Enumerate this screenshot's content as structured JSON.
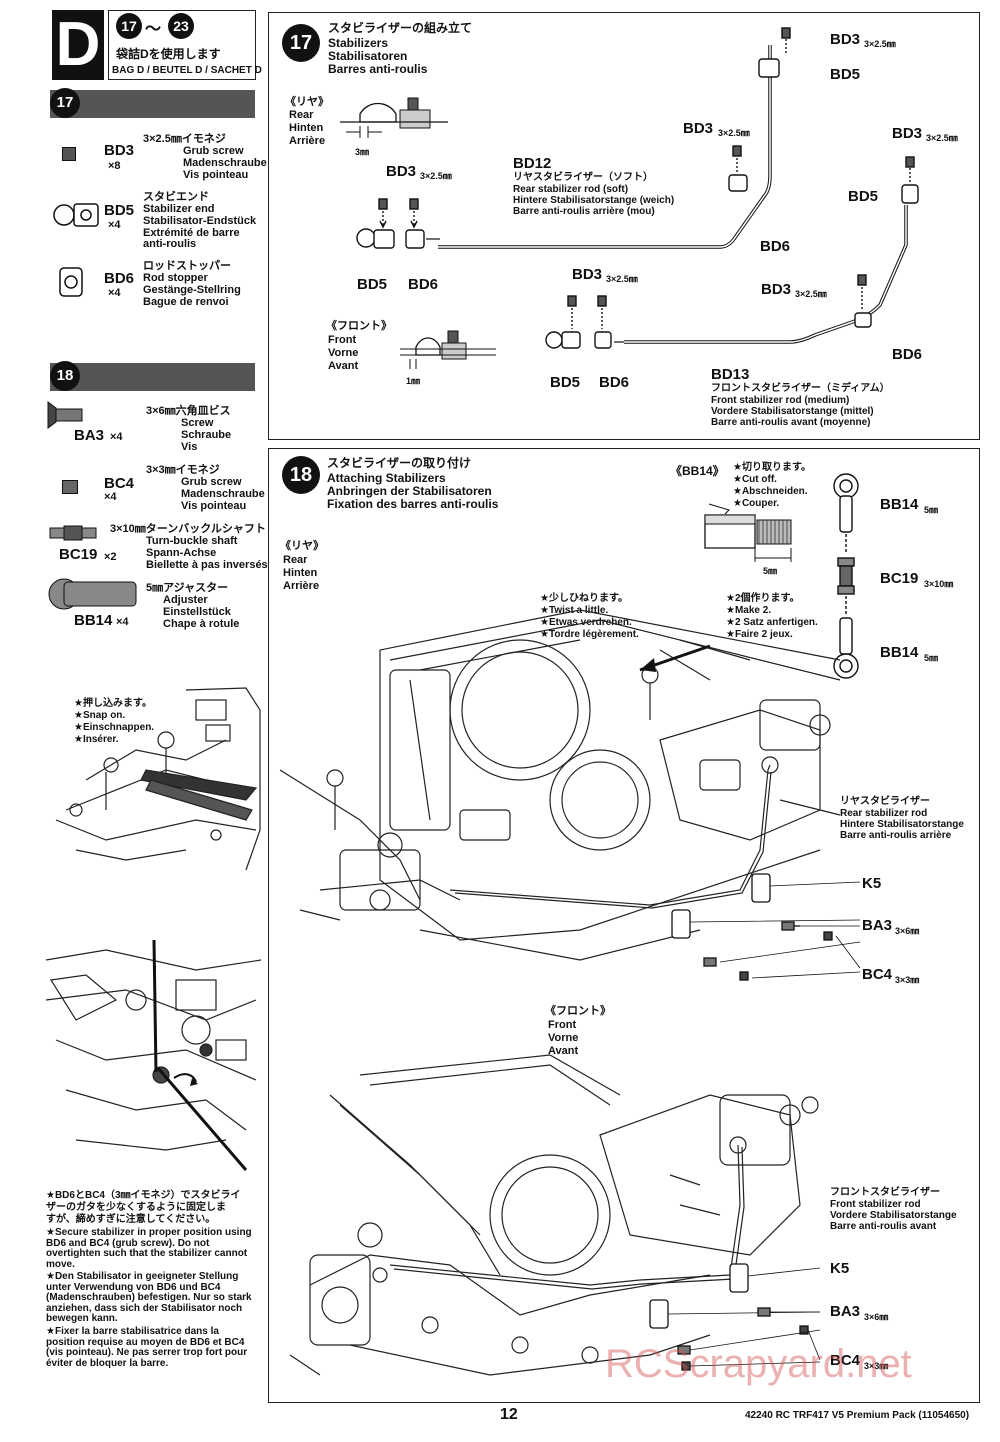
{
  "header": {
    "letter": "D",
    "steps_from": "17",
    "steps_sep": "〜",
    "steps_to": "23",
    "bag_jp": "袋詰Dを使用します",
    "bag_line": "BAG D / BEUTEL D / SACHET D"
  },
  "parts17": {
    "step": "17",
    "items": [
      {
        "code": "BD3",
        "qty": "×8",
        "jp": "3×2.5㎜イモネジ",
        "en": "Grub screw",
        "de": "Madenschraube",
        "fr": "Vis pointeau",
        "icon": "grub-screw-icon"
      },
      {
        "code": "BD5",
        "qty": "×4",
        "jp": "スタビエンド",
        "en": "Stabilizer end",
        "de": "Stabilisator-Endstück",
        "fr": "Extrémité de barre",
        "fr2": "anti-roulis",
        "icon": "stabilizer-end-icon"
      },
      {
        "code": "BD6",
        "qty": "×4",
        "jp": "ロッドストッパー",
        "en": "Rod stopper",
        "de": "Gestänge-Stellring",
        "fr": "Bague de renvoi",
        "icon": "rod-stopper-icon"
      }
    ]
  },
  "parts18": {
    "step": "18",
    "items": [
      {
        "code": "BA3",
        "qty": "×4",
        "jp": "3×6㎜六角皿ビス",
        "en": "Screw",
        "de": "Schraube",
        "fr": "Vis",
        "icon": "countersunk-screw-icon"
      },
      {
        "code": "BC4",
        "qty": "×4",
        "jp": "3×3㎜イモネジ",
        "en": "Grub screw",
        "de": "Madenschraube",
        "fr": "Vis pointeau",
        "icon": "grub-screw-icon"
      },
      {
        "code": "BC19",
        "qty": "×2",
        "jp": "3×10㎜ターンバックルシャフト",
        "en": "Turn-buckle shaft",
        "de": "Spann-Achse",
        "fr": "Biellette à pas inversés",
        "icon": "turnbuckle-icon"
      },
      {
        "code": "BB14",
        "qty": "×4",
        "jp": "5㎜アジャスター",
        "en": "Adjuster",
        "de": "Einstellstück",
        "fr": "Chape à rotule",
        "icon": "adjuster-icon"
      }
    ]
  },
  "snap": {
    "jp": "★押し込みます。",
    "en": "★Snap on.",
    "de": "★Einschnappen.",
    "fr": "★Insérer."
  },
  "note": {
    "jp1": "★BD6とBC4（3㎜イモネジ）でスタビライ",
    "jp2": "ザーのガタを少なくするように固定しま",
    "jp3": "すが、締めすぎに注意してください。",
    "en": "★Secure stabilizer in proper position using BD6 and BC4 (grub screw). Do not overtighten such that the stabilizer cannot move.",
    "de": "★Den Stabilisator in geeigneter Stellung unter Verwendung von BD6 und BC4 (Madenschrauben) befestigen. Nur so stark anziehen, dass sich der Stabilisator noch bewegen kann.",
    "fr": "★Fixer la barre stabilisatrice dans la position requise au moyen de BD6 et BC4 (vis pointeau). Ne pas serrer trop fort pour éviter de bloquer la barre."
  },
  "step17": {
    "num": "17",
    "jp": "スタビライザーの組み立て",
    "en": "Stabilizers",
    "de": "Stabilisatoren",
    "fr": "Barres anti-roulis",
    "rear_jp": "《リヤ》",
    "rear_en": "Rear",
    "rear_de": "Hinten",
    "rear_fr": "Arrière",
    "rear_gap": "3㎜",
    "front_jp": "《フロント》",
    "front_en": "Front",
    "front_de": "Vorne",
    "front_fr": "Avant",
    "front_gap": "1㎜",
    "bd3": "BD3",
    "bd3_size": "3×2.5㎜",
    "bd5": "BD5",
    "bd6": "BD6",
    "bd12": "BD12",
    "bd12_jp": "リヤスタビライザー（ソフト）",
    "bd12_en": "Rear stabilizer rod (soft)",
    "bd12_de": "Hintere Stabilisatorstange (weich)",
    "bd12_fr": "Barre anti-roulis arrière (mou)",
    "bd13": "BD13",
    "bd13_jp": "フロントスタビライザー（ミディアム）",
    "bd13_en": "Front stabilizer rod (medium)",
    "bd13_de": "Vordere Stabilisatorstange (mittel)",
    "bd13_fr": "Barre anti-roulis avant (moyenne)"
  },
  "step18": {
    "num": "18",
    "jp": "スタビライザーの取り付け",
    "en": "Attaching Stabilizers",
    "de": "Anbringen der Stabilisatoren",
    "fr": "Fixation des barres anti-roulis",
    "rear_jp": "《リヤ》",
    "rear_en": "Rear",
    "rear_de": "Hinten",
    "rear_fr": "Arrière",
    "front_jp": "《フロント》",
    "front_en": "Front",
    "front_de": "Vorne",
    "front_fr": "Avant",
    "bb14_note_title": "《BB14》",
    "cut_jp": "★切り取ります。",
    "cut_en": "★Cut off.",
    "cut_de": "★Abschneiden.",
    "cut_fr": "★Couper.",
    "cut_mm": "5㎜",
    "twist_jp": "★少しひねります。",
    "twist_en": "★Twist a little.",
    "twist_de": "★Etwas verdrehen.",
    "twist_fr": "★Tordre légèrement.",
    "make_jp": "★2個作ります。",
    "make_en": "★Make 2.",
    "make_de": "★2 Satz anfertigen.",
    "make_fr": "★Faire 2 jeux.",
    "bb14": "BB14",
    "bb14_size": "5㎜",
    "bc19": "BC19",
    "bc19_size": "3×10㎜",
    "rear_stab_jp": "リヤスタビライザー",
    "rear_stab_en": "Rear stabilizer rod",
    "rear_stab_de": "Hintere Stabilisatorstange",
    "rear_stab_fr": "Barre anti-roulis arrière",
    "front_stab_jp": "フロントスタビライザー",
    "front_stab_en": "Front stabilizer rod",
    "front_stab_de": "Vordere Stabilisatorstange",
    "front_stab_fr": "Barre anti-roulis avant",
    "k5": "K5",
    "ba3": "BA3",
    "ba3_size": "3×6㎜",
    "bc4": "BC4",
    "bc4_size": "3×3㎜"
  },
  "footer": {
    "page": "12",
    "model": "42240 RC TRF417 V5 Premium Pack (11054650)",
    "watermark": "RCScrapyard.net"
  }
}
